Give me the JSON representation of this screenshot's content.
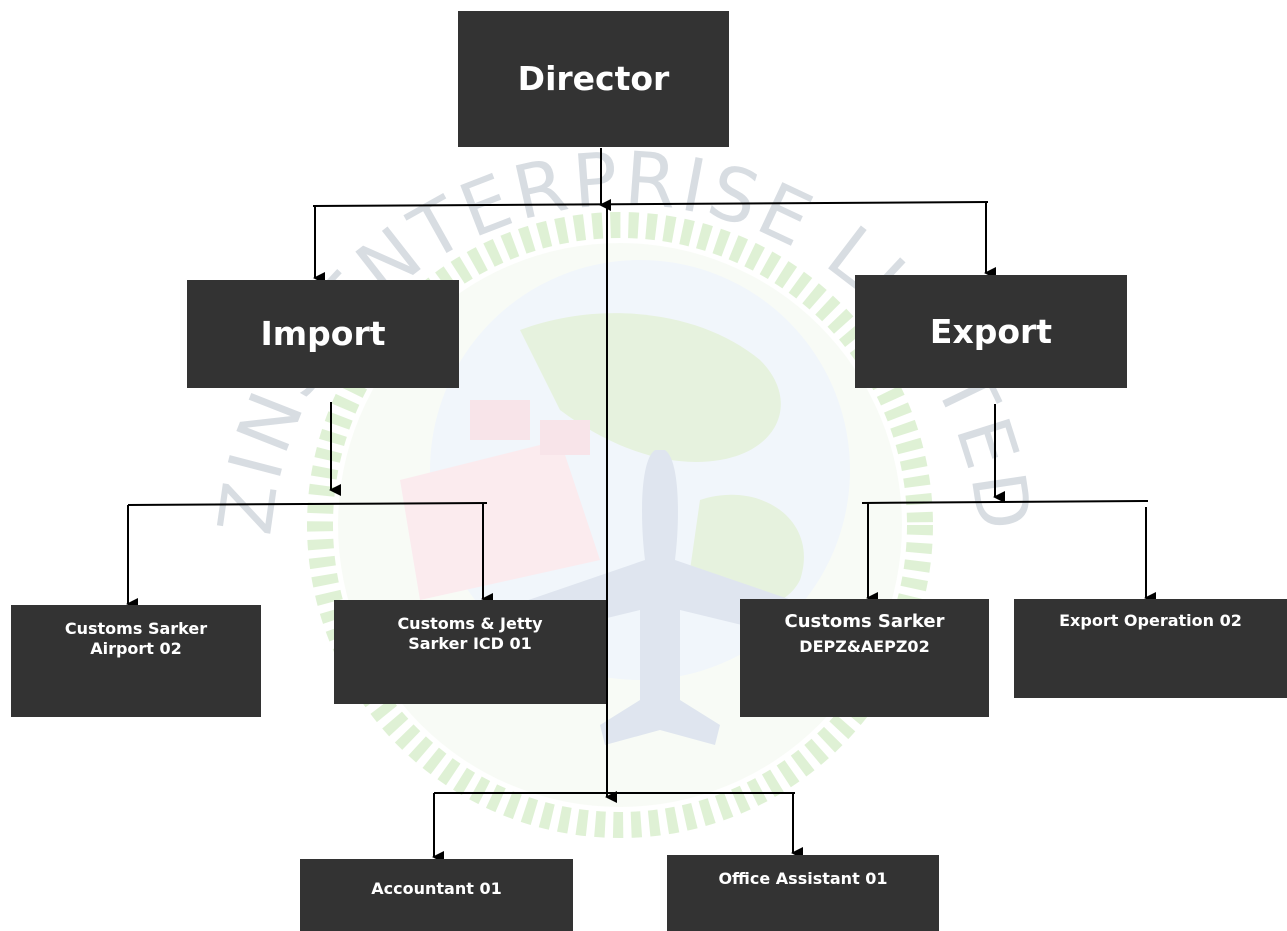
{
  "watermark": {
    "arc_text": "ZINS ENTERPRISE LIMITED",
    "colors": {
      "green": "#8fcf6a",
      "pink": "#f2b8c6",
      "blue": "#9bb4d9",
      "gray": "#b9c2cc"
    }
  },
  "colors": {
    "box": "#333333",
    "box_text": "#ffffff",
    "line": "#000000"
  },
  "nodes": {
    "director": {
      "label": "Director"
    },
    "import": {
      "label": "Import"
    },
    "export": {
      "label": "Export"
    },
    "customs_airport": {
      "line1": "Customs Sarker",
      "line2": "Airport 02"
    },
    "customs_jetty": {
      "line1": "Customs & Jetty",
      "line2": "Sarker ICD 01"
    },
    "customs_depz": {
      "line1": "Customs Sarker",
      "line2": "DEPZ&AEPZ02"
    },
    "export_operation": {
      "line1": "Export Operation 02"
    },
    "accountant": {
      "line1": "Accountant 01"
    },
    "office_assistant": {
      "line1": "Office Assistant 01"
    }
  }
}
